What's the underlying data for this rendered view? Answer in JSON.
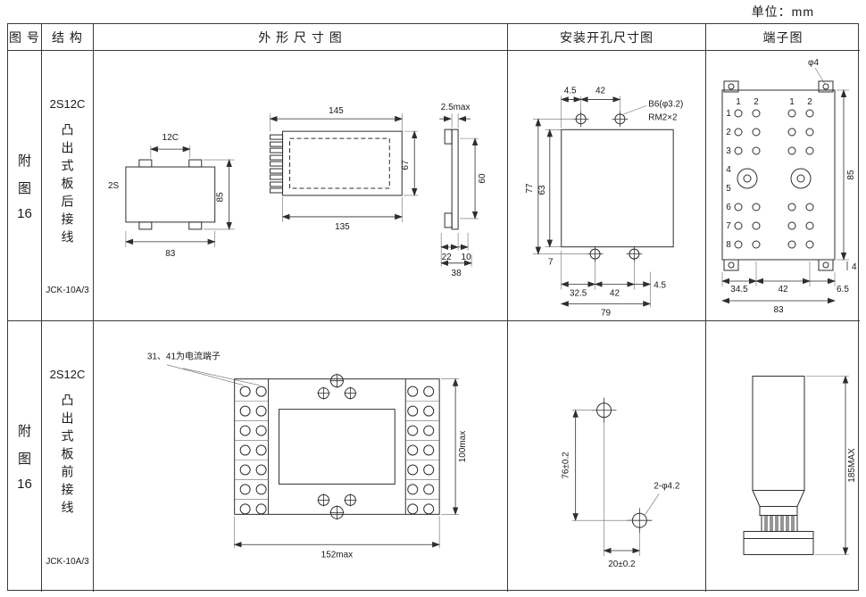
{
  "unit_label": "单位：mm",
  "header": {
    "fig_no": "图 号",
    "structure": "结 构",
    "outline": "外 形 尺 寸 图",
    "mounting": "安装开孔尺寸图",
    "terminal": "端子图"
  },
  "rows": [
    {
      "fig_lines": [
        "附",
        "图",
        "16"
      ],
      "model": "2S12C",
      "structure": "凸出式板后接线",
      "code": "JCK-10A/3"
    },
    {
      "fig_lines": [
        "附",
        "图",
        "16"
      ],
      "model": "2S12C",
      "structure": "凸出式板前接线",
      "code": "JCK-10A/3"
    }
  ],
  "d1_outline": {
    "front": {
      "label_top": "12C",
      "label_left": "2S",
      "width": "83",
      "height": "85"
    },
    "side": {
      "top_width": "145",
      "bottom_width": "135",
      "height": "67"
    },
    "panel": {
      "thickness": "2.5max",
      "height": "60",
      "seg1": "22",
      "seg2": "10",
      "total": "38"
    }
  },
  "d1_mounting": {
    "top1": "4.5",
    "top2": "42",
    "hole_spec": "B6(φ3.2)",
    "thread_spec": "RM2×2",
    "left_outer": "77",
    "left_inner": "63",
    "bottom_offset": "7",
    "bottom1": "32.5",
    "bottom2": "42",
    "bottom3": "4.5",
    "bottom_total": "79"
  },
  "d1_terminal": {
    "hole_spec": "φ4",
    "height": "85",
    "bottom1": "34.5",
    "bottom2": "42",
    "bottom_total": "83",
    "right1": "4",
    "right2": "6.5",
    "row_nums": [
      "1",
      "2",
      "3",
      "4",
      "5",
      "6",
      "7",
      "8"
    ],
    "col_nums": [
      "1",
      "2"
    ]
  },
  "d2_outline": {
    "note": "31、41为电流端子",
    "height": "100max",
    "width": "152max"
  },
  "d2_mounting": {
    "vertical": "76±0.2",
    "hole_spec": "2-φ4.2",
    "horizontal": "20±0.2"
  },
  "d2_terminal": {
    "height": "185MAX"
  }
}
